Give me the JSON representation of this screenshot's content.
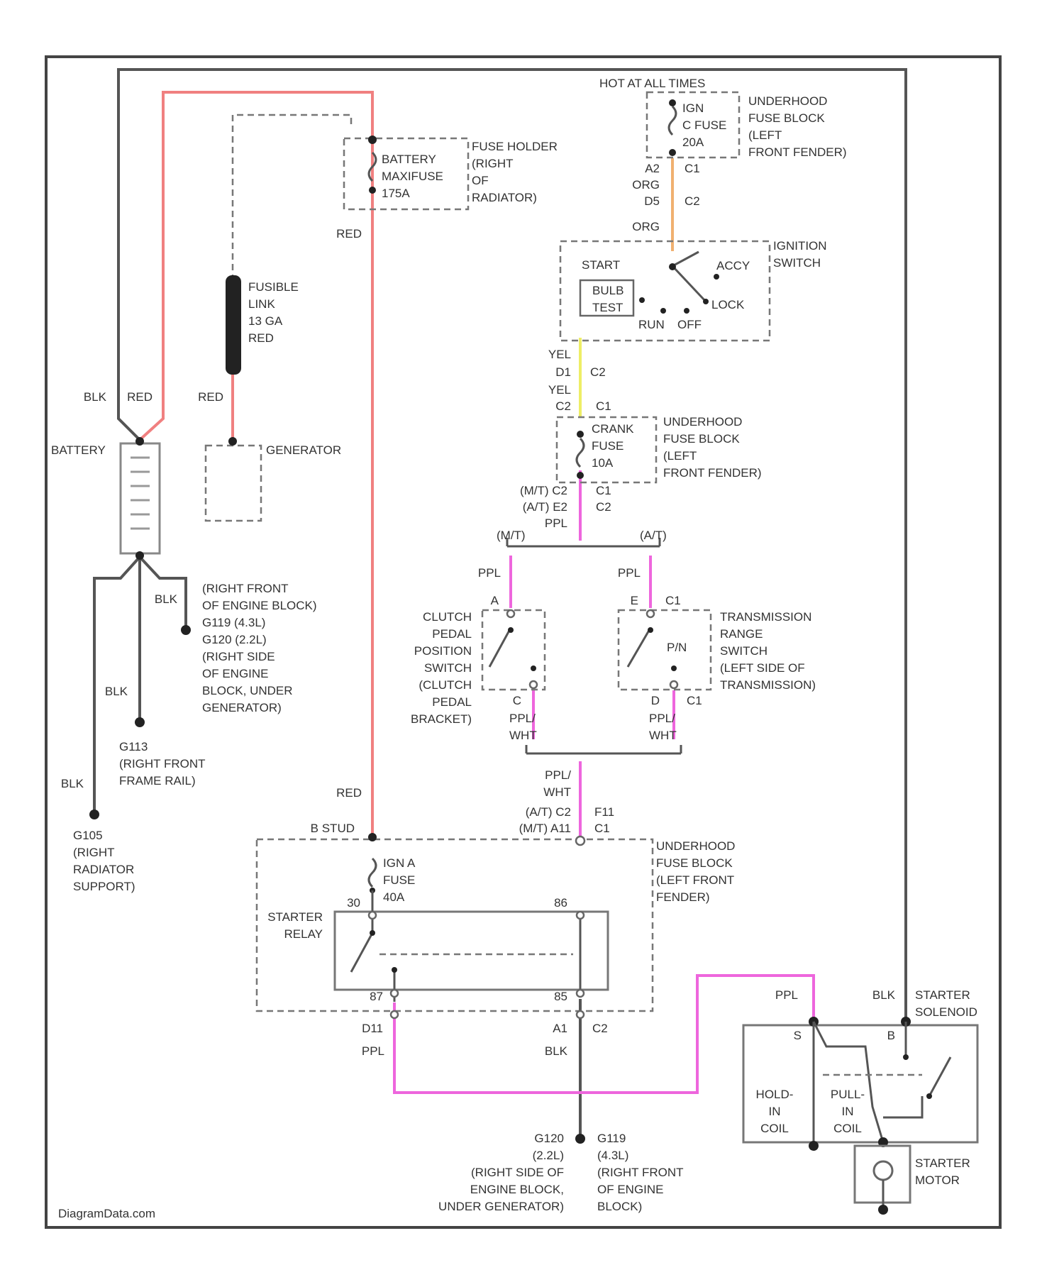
{
  "colors": {
    "red": "#f08080",
    "black": "#555555",
    "pink": "#ee66dd",
    "orange": "#f0b070",
    "yellow": "#eeee66",
    "frame": "#444444"
  },
  "labels": {
    "hot_at_all_times": "HOT AT ALL TIMES",
    "fuse_ign_c": [
      "IGN",
      "C FUSE",
      "20A"
    ],
    "underhood_fuse_block_top": [
      "UNDERHOOD",
      "FUSE BLOCK",
      "(LEFT",
      "FRONT FENDER)"
    ],
    "a2": "A2",
    "c1_top": "C1",
    "org_1": "ORG",
    "d5": "D5",
    "c2_top": "C2",
    "org_2": "ORG",
    "battery_maxifuse": [
      "BATTERY",
      "MAXIFUSE",
      "175A"
    ],
    "fuse_holder": [
      "FUSE HOLDER",
      "(RIGHT",
      "OF",
      "RADIATOR)"
    ],
    "red_top": "RED",
    "ignition_switch": [
      "IGNITION",
      "SWITCH"
    ],
    "start": "START",
    "accy": "ACCY",
    "bulb_test": [
      "BULB",
      "TEST"
    ],
    "lock": "LOCK",
    "run": "RUN",
    "off": "OFF",
    "fusible_link": [
      "FUSIBLE",
      "LINK",
      "13 GA",
      "RED"
    ],
    "yel_1": "YEL",
    "d1": "D1",
    "c2_mid": "C2",
    "yel_2": "YEL",
    "c2_mid2": "C2",
    "c1_mid": "C1",
    "blk_batt": "BLK",
    "red_batt": "RED",
    "red_gen": "RED",
    "crank_fuse": [
      "CRANK",
      "FUSE",
      "10A"
    ],
    "underhood_fuse_block_mid": [
      "UNDERHOOD",
      "FUSE BLOCK",
      "(LEFT",
      "FRONT FENDER)"
    ],
    "battery": "BATTERY",
    "generator": "GENERATOR",
    "mt_c2": "(M/T) C2",
    "at_e2": "(A/T) E2",
    "c1_crank": "C1",
    "c2_crank": "C2",
    "ppl_crank": "PPL",
    "mt_branch": "(M/T)",
    "at_branch": "(A/T)",
    "ppl_left": "PPL",
    "ppl_right": "PPL",
    "pin_a": "A",
    "pin_e": "E",
    "c1_trs": "C1",
    "blk_g119": "BLK",
    "ground_g119": [
      "(RIGHT FRONT",
      "OF ENGINE BLOCK)",
      "G119   (4.3L)",
      "G120   (2.2L)",
      "(RIGHT SIDE",
      "OF ENGINE",
      "BLOCK, UNDER",
      "GENERATOR)"
    ],
    "clutch_switch": [
      "CLUTCH",
      "PEDAL",
      "POSITION",
      "SWITCH",
      "(CLUTCH",
      "PEDAL",
      "BRACKET)"
    ],
    "trs_switch": [
      "TRANSMISSION",
      "RANGE",
      "SWITCH",
      "(LEFT SIDE OF",
      "TRANSMISSION)"
    ],
    "prn": "P/N",
    "pin_c": "C",
    "pin_d": "D",
    "c1_trs2": "C1",
    "ppl_wht_left": [
      "PPL/",
      "WHT"
    ],
    "ppl_wht_right": [
      "PPL/",
      "WHT"
    ],
    "blk_g113": "BLK",
    "g113": [
      "G113",
      "(RIGHT FRONT",
      "FRAME RAIL)"
    ],
    "blk_g105": "BLK",
    "ppl_wht_join": [
      "PPL/",
      "WHT"
    ],
    "red_lower": "RED",
    "at_c2": "(A/T)   C2",
    "mt_a11": "(M/T)   A11",
    "f11": "F11",
    "c1_low": "C1",
    "b_stud": "B STUD",
    "underhood_fuse_block_low": [
      "UNDERHOOD",
      "FUSE BLOCK",
      "(LEFT FRONT",
      "FENDER)"
    ],
    "g105": [
      "G105",
      "(RIGHT",
      "RADIATOR",
      "SUPPORT)"
    ],
    "ign_a_fuse": [
      "IGN A",
      "FUSE",
      "40A"
    ],
    "pin_30": "30",
    "pin_86": "86",
    "starter_relay": [
      "STARTER",
      "RELAY"
    ],
    "pin_87": "87",
    "pin_85": "85",
    "d11": "D11",
    "pin_a1": "A1",
    "c2_relay": "C2",
    "ppl_relay": "PPL",
    "blk_relay": "BLK",
    "ppl_sol": "PPL",
    "blk_sol": "BLK",
    "starter_solenoid": [
      "STARTER",
      "SOLENOID"
    ],
    "sol_s": "S",
    "sol_b": "B",
    "hold_in": [
      "HOLD-",
      "IN",
      "COIL"
    ],
    "pull_in": [
      "PULL-",
      "IN",
      "COIL"
    ],
    "starter_motor": [
      "STARTER",
      "MOTOR"
    ],
    "g120_bottom": [
      "G120",
      "(2.2L)",
      "(RIGHT SIDE OF",
      "ENGINE BLOCK,",
      "UNDER GENERATOR)"
    ],
    "g119_bottom": [
      "G119",
      "(4.3L)",
      "(RIGHT FRONT",
      "OF ENGINE",
      "BLOCK)"
    ],
    "watermark": "DiagramData.com"
  }
}
